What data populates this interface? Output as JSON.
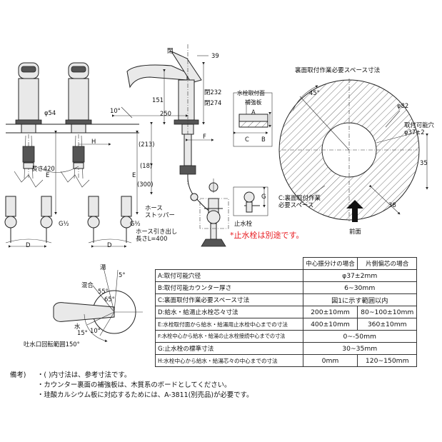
{
  "labels": {
    "dim_39": "39",
    "open_top": "閉",
    "dim_open232": "閉232",
    "dim_open274": "閉274",
    "dim_151": "151",
    "dim_250": "250",
    "angle_10": "10°",
    "dim_phi54": "φ54",
    "dim_length420": "長さ420",
    "dim_213": "(213)",
    "dim_18": "(18)",
    "dim_300": "(300)",
    "label_F": "F",
    "label_H": "H",
    "label_E_left": "E",
    "label_E_right": "E",
    "label_D_left": "D",
    "label_D_right": "D",
    "g_half_1": "G½",
    "g_half_2": "G½",
    "hose_stopper": "ホース\nストッパー",
    "hose_pull": "ホース引き出し\n長さL=400",
    "stop_valve": "止水栓",
    "stop_valve_note": "*止水栓は別途です。",
    "inset_title": "水栓取付面",
    "inset_reinforce": "補強板",
    "inset_A": "A",
    "inset_B": "B",
    "inset_C": "C",
    "inset_G": "G",
    "circle_title": "裏面取付作業必要スペース寸法",
    "angle_45": "45°",
    "circle_phi82": "φ82",
    "circle_hole": "取付可能穴\nφ37±2",
    "circle_35": "35",
    "circle_38": "38",
    "circle_C_label": "C:裏面取付作業\n必要スペース",
    "front": "前面",
    "lever_hot": "湯",
    "lever_mix": "混合",
    "lever_water": "水",
    "lever_5": "5°",
    "lever_55": "55°",
    "lever_65": "65°",
    "lever_15": "15°",
    "lever_10": "10°",
    "spout_rotation": "吐水口回転範囲150°"
  },
  "table": {
    "headers": [
      "",
      "中心振分けの場合",
      "片側偏芯の場合"
    ],
    "rows": [
      {
        "key": "A:取付可能穴径",
        "merged": "φ37±2mm"
      },
      {
        "key": "B:取付可能カウンター厚さ",
        "merged": "6~30mm"
      },
      {
        "key": "C:裏面取付作業必要スペース寸法",
        "merged": "図1に示す範囲以内"
      },
      {
        "key": "D:給水・給湯止水栓芯々寸法",
        "c1": "200±10mm",
        "c2": "80~100±10mm"
      },
      {
        "key": "E:水栓取付面から給水・給湯用止水栓中心までの寸法",
        "c1": "400±10mm",
        "c2": "360±10mm"
      },
      {
        "key": "F:水栓中心から給水・給湯の止水栓接続中心までの寸法",
        "merged": "0~-50mm"
      },
      {
        "key": "G:止水栓の標準寸法",
        "merged": "30~35mm"
      },
      {
        "key": "H:水栓中心から給水・給湯芯々の中心までの寸法",
        "c1": "0mm",
        "c2": "120~150mm"
      }
    ]
  },
  "notes": {
    "head": "備考)",
    "line1": "・( )内寸法は、参考寸法です。",
    "line2": "・カウンター裏面の補強板は、木質系のボードとしてください。",
    "line3": "・珪酸カルシウム板に対応するためには、A-3811(別売品)が必要です。"
  },
  "colors": {
    "note_red": "#e8191e",
    "body_fill": "#e9e9e9",
    "line": "#222222"
  }
}
